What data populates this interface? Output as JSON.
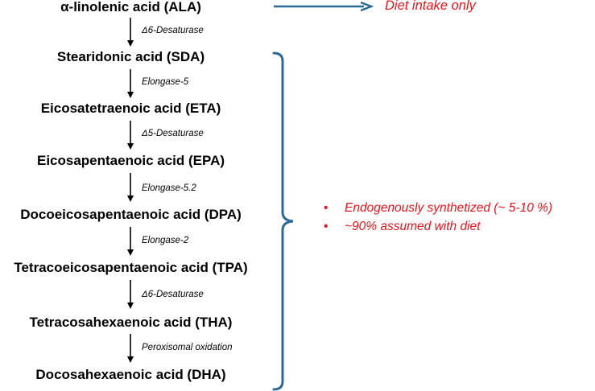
{
  "colors": {
    "accent_blue": "#2e6a96",
    "note_red": "#e8141b",
    "text": "#000000"
  },
  "pathway": {
    "compounds": [
      "α-linolenic acid (ALA)",
      "Stearidonic acid (SDA)",
      "Eicosatetraenoic acid (ETA)",
      "Eicosapentaenoic acid (EPA)",
      "Docoeicosapentaenoic acid (DPA)",
      "Tetracoeicosapentaenoic acid (TPA)",
      "Tetracosahexaenoic acid (THA)",
      "Docosahexaenoic acid (DHA)"
    ],
    "enzymes": [
      "Δ6-Desaturase",
      "Elongase-5",
      "Δ5-Desaturase",
      "Elongase-5.2",
      "Elongase-2",
      "Δ6-Desaturase",
      "Peroxisomal oxidation"
    ]
  },
  "annotations": {
    "diet_intake": "Diet intake only",
    "bullets": [
      "Endogenously synthetized (~ 5-10 %)",
      "~90% assumed with diet"
    ],
    "bullet_marker": "•"
  }
}
